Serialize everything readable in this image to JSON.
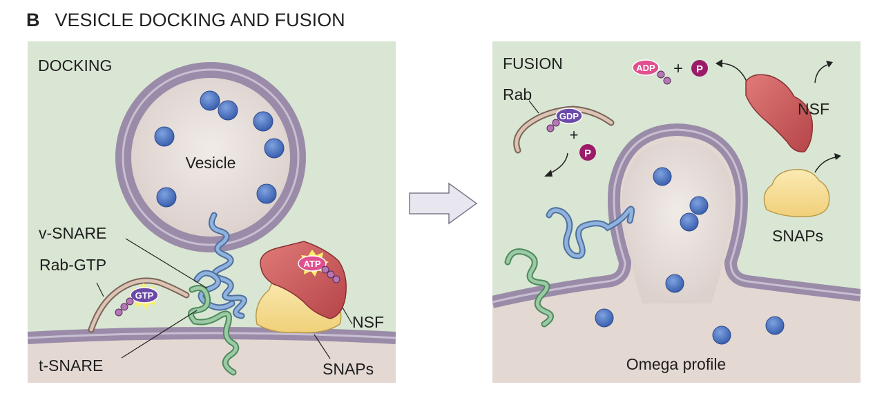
{
  "figure": {
    "panel_letter": "B",
    "title": "VESICLE DOCKING AND FUSION"
  },
  "docking_panel": {
    "heading": "DOCKING",
    "vesicle_label": "Vesicle",
    "v_snare_label": "v-SNARE",
    "rab_gtp_label": "Rab-GTP",
    "t_snare_label": "t-SNARE",
    "nsf_label": "NSF",
    "snaps_label": "SNAPs",
    "gtp_badge": "GTP",
    "atp_badge": "ATP"
  },
  "fusion_panel": {
    "heading": "FUSION",
    "rab_label": "Rab",
    "gdp_badge": "GDP",
    "adp_badge": "ADP",
    "phosphate_badge": "P",
    "plus_sign": "+",
    "nsf_label": "NSF",
    "snaps_label": "SNAPs",
    "omega_label": "Omega profile"
  },
  "colors": {
    "background_green": "#d9e6d3",
    "membrane_purple": "#9a8ba8",
    "vesicle_interior": "#e8e0dd",
    "cytoplasm_bottom": "#e4d8d3",
    "transmitter_blue": "#4f77c4",
    "v_snare_blue": "#8fb3dc",
    "t_snare_green": "#9cc9a6",
    "nsf_red": "#c8575a",
    "snaps_yellow": "#f7e09a",
    "rab_tan": "#dcc3b3",
    "gtp_purple": "#6b4aa8",
    "atp_pink": "#e0508e",
    "phosphate_magenta": "#9b1b68"
  }
}
